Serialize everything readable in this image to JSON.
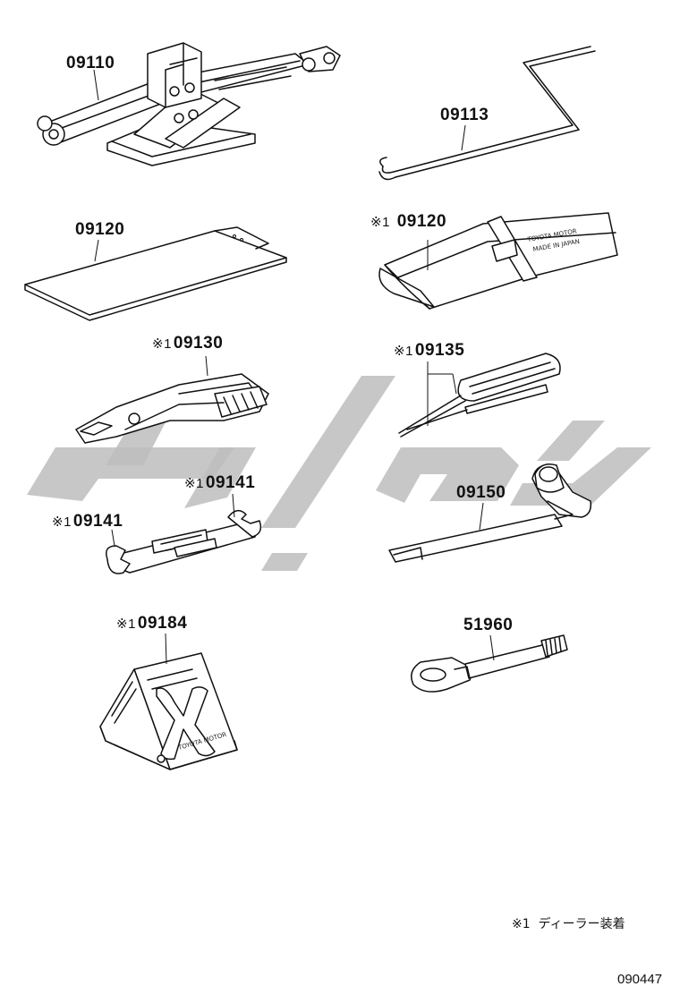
{
  "parts": [
    {
      "id": "p1",
      "mark": "",
      "number": "09110"
    },
    {
      "id": "p2",
      "mark": "",
      "number": "09113"
    },
    {
      "id": "p3",
      "mark": "",
      "number": "09120"
    },
    {
      "id": "p4",
      "mark": "※1",
      "number": "09120"
    },
    {
      "id": "p5",
      "mark": "※1",
      "number": "09130"
    },
    {
      "id": "p6",
      "mark": "※1",
      "number": "09135"
    },
    {
      "id": "p7",
      "mark": "※1",
      "number": "09141"
    },
    {
      "id": "p8",
      "mark": "※1",
      "number": "09141"
    },
    {
      "id": "p9",
      "mark": "",
      "number": "09150"
    },
    {
      "id": "p10",
      "mark": "※1",
      "number": "09184"
    },
    {
      "id": "p11",
      "mark": "",
      "number": "51960"
    }
  ],
  "stamps": {
    "pouch_line1": "TOYOTA  MOTOR",
    "pouch_line2": "MADE IN JAPAN",
    "chock_text": "TOYOTA MOTOR"
  },
  "footnote": {
    "mark": "※1",
    "text": "ディーラー装着"
  },
  "diagram_number": "090447"
}
